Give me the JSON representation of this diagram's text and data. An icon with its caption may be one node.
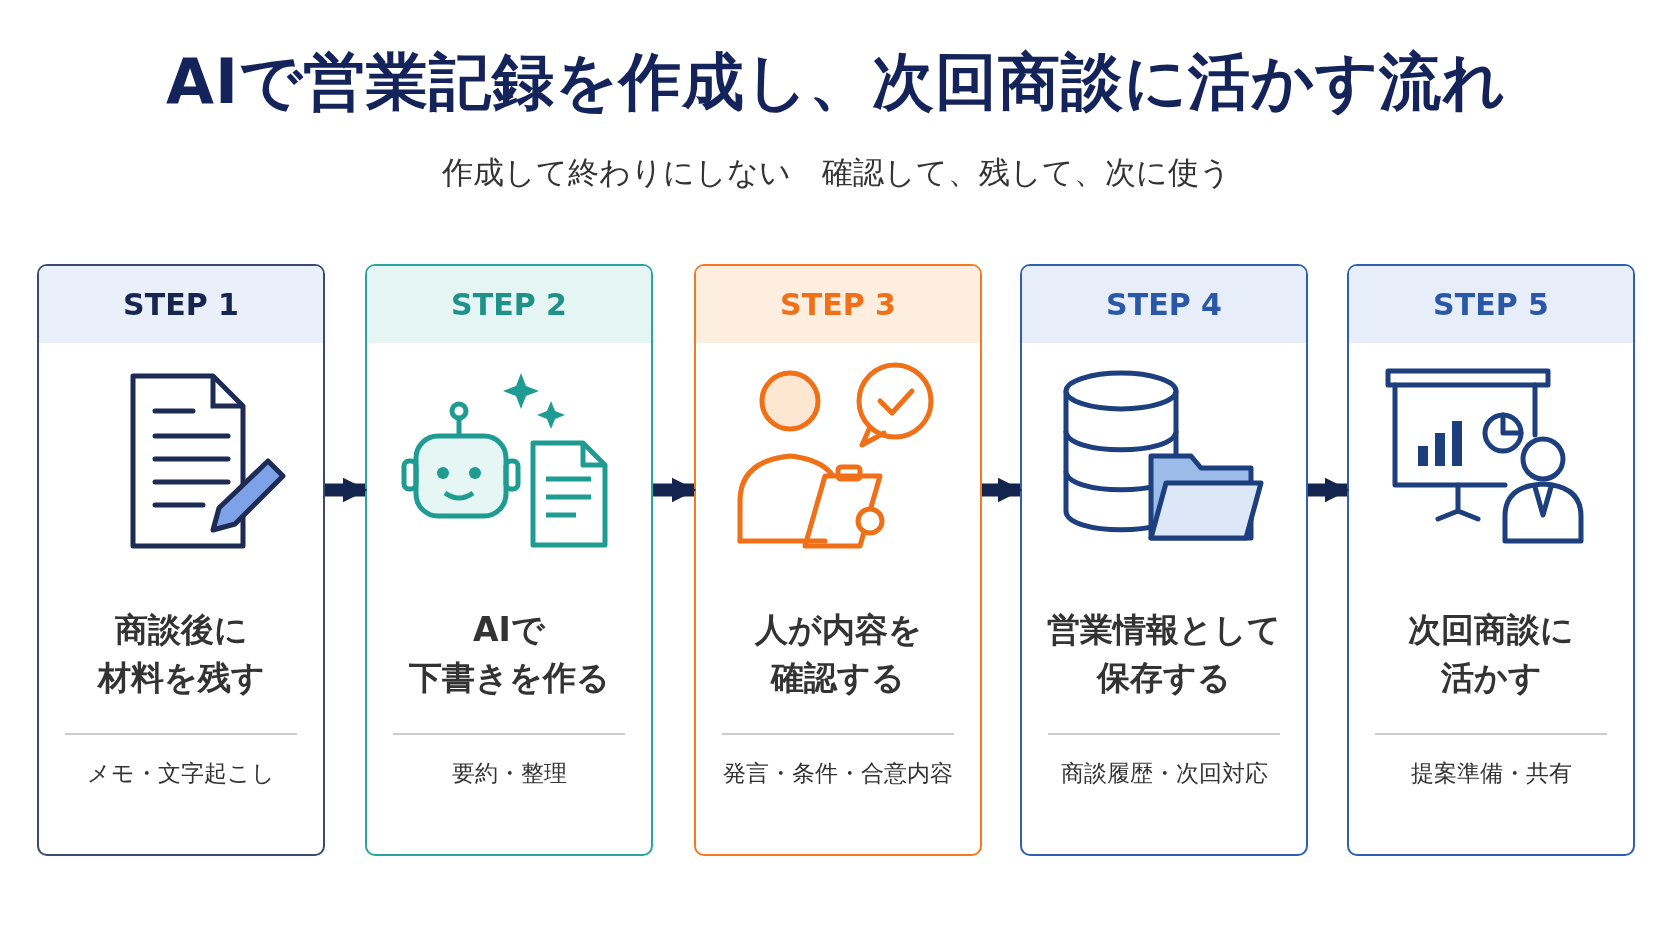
{
  "diagram": {
    "title": "AIで営業記録を作成し、次回商談に活かす流れ",
    "nodes": [
      {
        "text": [
          "STEP 1",
          "商談後に材料を残す",
          "メモ・文字起こし"
        ]
      },
      {
        "text": [
          "STEP 2",
          "AIで下書きを作る",
          "要約・整理"
        ]
      },
      {
        "text": [
          "STEP 3",
          "人が内容を確認する",
          "発言・条件・合意内容"
        ]
      },
      {
        "text": [
          "STEP 4",
          "営業情報として保存する",
          "商談履歴・次回対応"
        ]
      },
      {
        "text": [
          "STEP 5",
          "次回商談に活かす",
          "提案準備・共有"
        ]
      }
    ],
    "edges": [
      {
        "from": 0,
        "to": 1,
        "arrow": "to"
      },
      {
        "from": 1,
        "to": 2,
        "arrow": "to"
      },
      {
        "from": 2,
        "to": 3,
        "arrow": "to"
      },
      {
        "from": 3,
        "to": 4,
        "arrow": "to"
      }
    ],
    "labels": [
      "作成して終わりにしない　確認して、残して、次に使う"
    ]
  }
}
